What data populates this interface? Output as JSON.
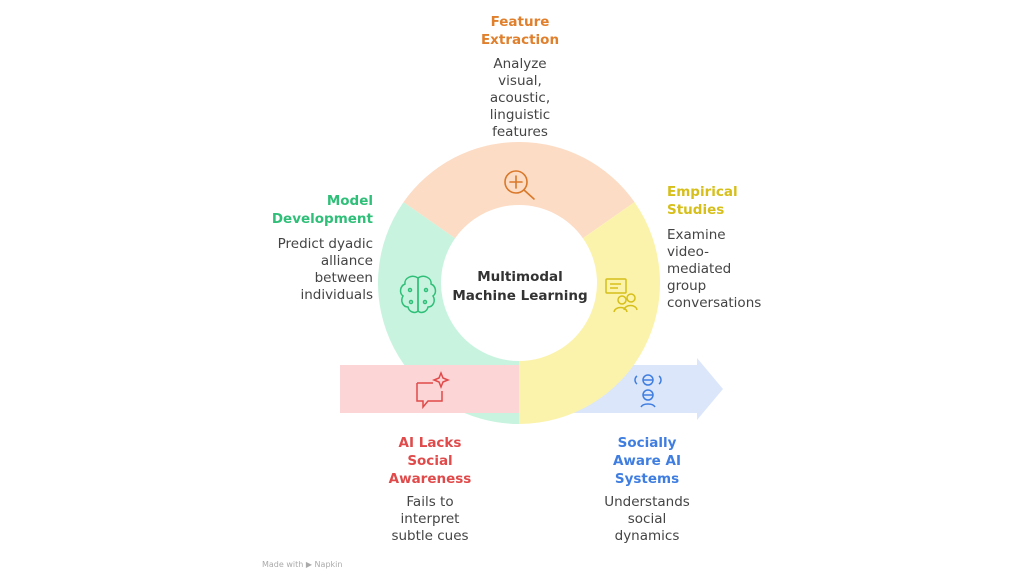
{
  "center": {
    "line1": "Multimodal",
    "line2": "Machine Learning"
  },
  "stages": {
    "feature_extraction": {
      "title1": "Feature",
      "title2": "Extraction",
      "desc": [
        "Analyze",
        "visual,",
        "acoustic,",
        "linguistic",
        "features"
      ],
      "color": "#e07f2c",
      "fill": "#fcdcc4",
      "icon": "zoom-in-icon"
    },
    "empirical_studies": {
      "title1": "Empirical",
      "title2": "Studies",
      "desc": [
        "Examine",
        "video-",
        "mediated",
        "group",
        "conversations"
      ],
      "color": "#d6bf1a",
      "fill": "#fbf3ab",
      "icon": "group-conversation-icon"
    },
    "model_development": {
      "title1": "Model",
      "title2": "Development",
      "desc": [
        "Predict dyadic",
        "alliance",
        "between",
        "individuals"
      ],
      "color": "#2fbf78",
      "fill": "#c8f4df",
      "icon": "brain-circuit-icon"
    },
    "ai_lacks": {
      "title1": "AI Lacks",
      "title2": "Social",
      "title3": "Awareness",
      "desc": [
        "Fails to",
        "interpret",
        "subtle cues"
      ],
      "color": "#e04a4a",
      "fill": "#fcd6d6",
      "icon": "chat-sparkle-icon"
    },
    "socially_aware": {
      "title1": "Socially",
      "title2": "Aware AI",
      "title3": "Systems",
      "desc": [
        "Understands",
        "social",
        "dynamics"
      ],
      "color": "#3f7ee0",
      "fill": "#dbe6fb",
      "icon": "people-network-icon"
    }
  },
  "footer": "Made with ▶ Napkin"
}
